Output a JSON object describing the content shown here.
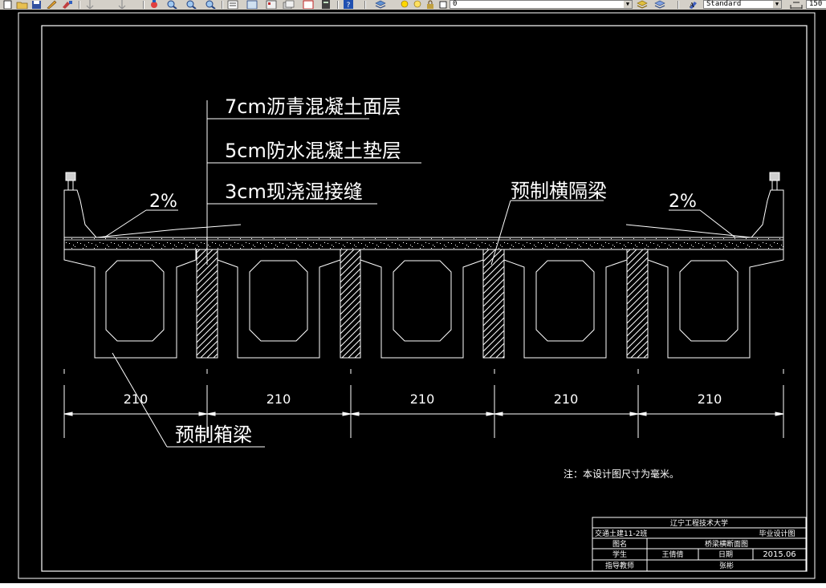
{
  "toolbar": {
    "layer_value": "0",
    "text_style": "Standard",
    "dim_value": "150",
    "icons": [
      "new-icon",
      "open-icon",
      "save-icon",
      "pencil-icon",
      "match-prop-icon",
      "undo-icon",
      "redo-icon",
      "pan-icon",
      "zoom-realtime-icon",
      "zoom-window-icon",
      "zoom-previous-icon",
      "properties-icon",
      "design-center-icon",
      "tool-palette-icon",
      "sheet-set-icon",
      "markup-icon",
      "calculator-icon",
      "help-icon",
      "layer-manager-icon",
      "layer-state-icon",
      "text-style-icon",
      "dim-style-icon"
    ]
  },
  "drawing": {
    "labels": {
      "asphalt": "7cm沥青混凝土面层",
      "waterproof": "5cm防水混凝土垫层",
      "joint": "3cm现浇湿接缝",
      "diaphragm": "预制横隔梁",
      "box_girder": "预制箱梁",
      "slope_left": "2%",
      "slope_right": "2%"
    },
    "dimensions": [
      "210",
      "210",
      "210",
      "210",
      "210"
    ],
    "note": "注：本设计图尺寸为毫米。",
    "title_block": {
      "university": "辽宁工程技术大学",
      "class": "交通土建11-2班",
      "design_type": "毕业设计图",
      "name_label": "图名",
      "name_value": "桥梁横断面图",
      "student_label": "学生",
      "student_value": "王倩倩",
      "date_label": "日期",
      "date_value": "2015.06",
      "advisor_label": "指导教师",
      "advisor_value": "张彬"
    }
  },
  "colors": {
    "background": "#000000",
    "lines": "#ffffff",
    "toolbar": "#d4d0c8",
    "layer-bulb": "#ffd800"
  }
}
